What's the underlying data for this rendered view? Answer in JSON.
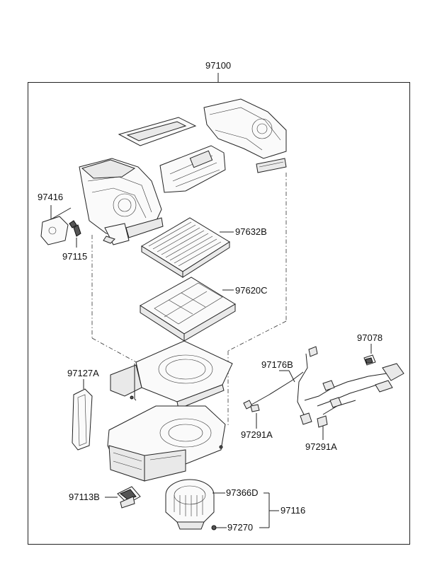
{
  "assembly": {
    "part_number": "97100"
  },
  "callouts": {
    "p97416": "97416",
    "p97115": "97115",
    "p97632B": "97632B",
    "p97620C": "97620C",
    "p97078": "97078",
    "p97176B": "97176B",
    "p97127A": "97127A",
    "p97291A_left": "97291A",
    "p97291A_right": "97291A",
    "p97113B": "97113B",
    "p97366D": "97366D",
    "p97116": "97116",
    "p97270": "97270"
  }
}
